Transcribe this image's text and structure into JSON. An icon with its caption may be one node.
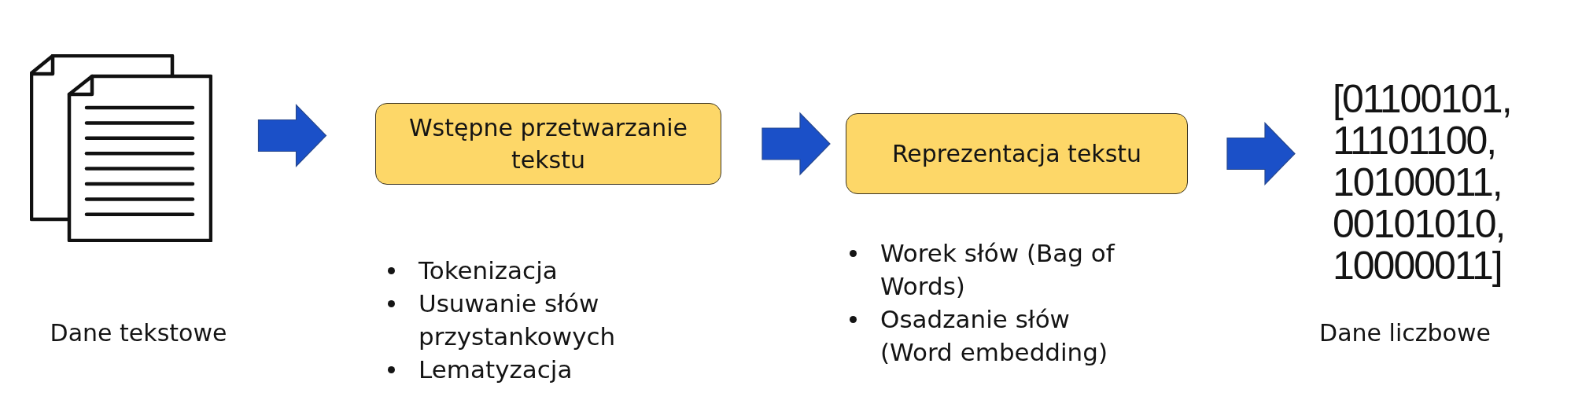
{
  "diagram": {
    "nodes": [
      {
        "text": [],
        "shape": "picture",
        "beside": [
          "Dane tekstowe"
        ]
      },
      {
        "text": [
          "Wstępne przetwarzanie tekstu"
        ],
        "beside": [
          "Tokenizacja",
          "Usuwanie słów przystankowych",
          "Lematyzacja"
        ]
      },
      {
        "text": [
          "Reprezentacja tekstu"
        ],
        "beside": [
          "Worek słów (Bag of Words)",
          "Osadzanie słów (Word embedding)"
        ]
      },
      {
        "text": [
          "[01100101, 11101100, 10100011, 00101010, 10000011]"
        ],
        "beside": [
          "Dane liczbowe"
        ]
      }
    ],
    "edges": [
      {
        "from": 0,
        "to": 1,
        "arrow": "to"
      },
      {
        "from": 1,
        "to": 2,
        "arrow": "to"
      },
      {
        "from": 2,
        "to": 3,
        "arrow": "to"
      }
    ]
  }
}
